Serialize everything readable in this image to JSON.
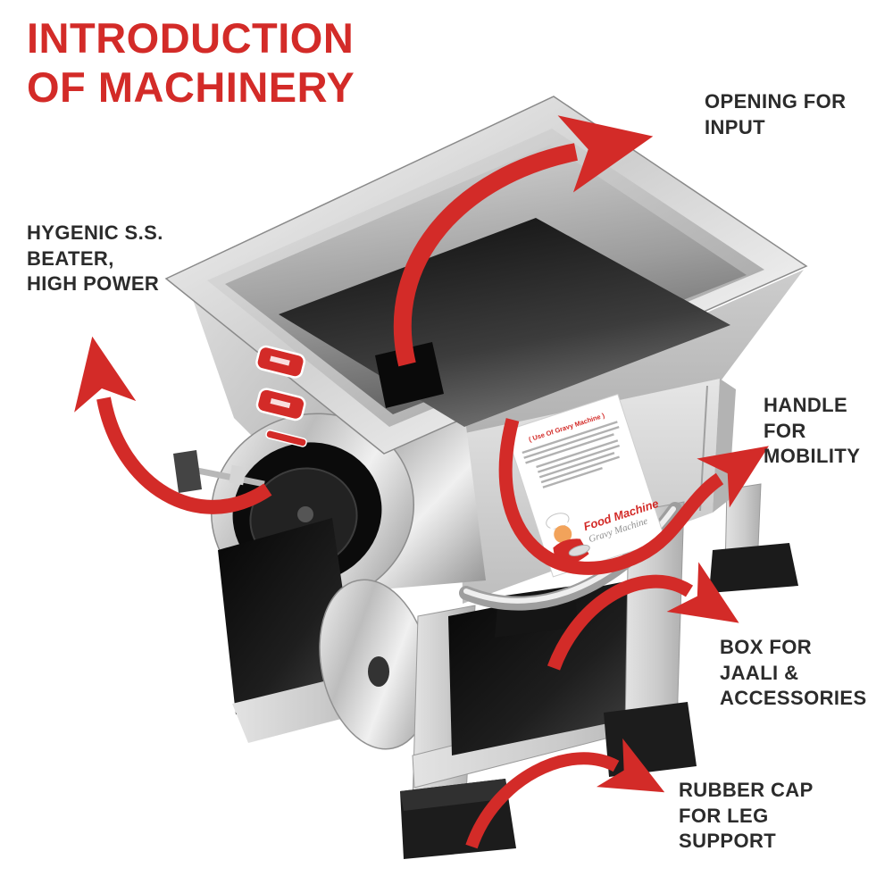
{
  "colors": {
    "accent_red": "#d32b28",
    "label_ink": "#2b2b2b",
    "machine_silver": "#d9d9d9",
    "dark_parts": "#141414"
  },
  "title": {
    "lines": [
      "INTRODUCTION",
      "OF MACHINERY"
    ]
  },
  "callouts": {
    "opening_for_input": {
      "lines": [
        "OPENING FOR",
        "INPUT"
      ]
    },
    "hygienic_beater": {
      "lines": [
        "HYGENIC S.S.",
        "BEATER,",
        "HIGH POWER"
      ]
    },
    "handle_for_mobility": {
      "lines": [
        "HANDLE",
        "FOR",
        "MOBILITY"
      ]
    },
    "box_for_jaali": {
      "lines": [
        "BOX FOR",
        "JAALI &",
        "ACCESSORIES"
      ]
    },
    "rubber_cap": {
      "lines": [
        "RUBBER CAP",
        "FOR LEG",
        "SUPPORT"
      ]
    }
  },
  "machine": {
    "spec_sticker_heading": "( Use Of Gravy Machine )",
    "brand_name": "Food Machine",
    "brand_subtitle": "Gravy Machine"
  }
}
